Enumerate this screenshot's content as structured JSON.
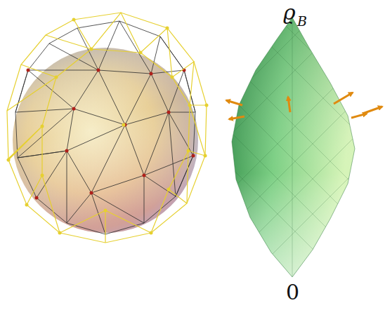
{
  "diagram": {
    "labels": [
      "ϱ",
      "B",
      "0"
    ]
  }
}
